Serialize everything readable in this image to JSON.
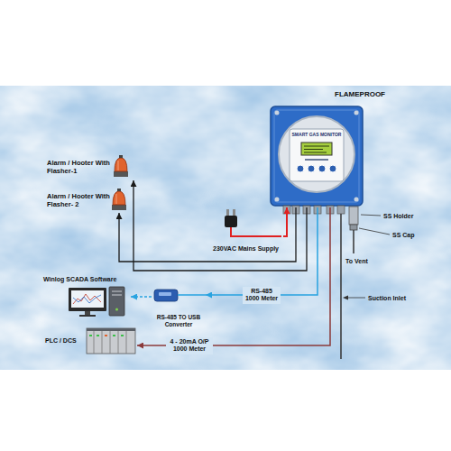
{
  "diagram": {
    "nodes": [
      {
        "text": [
          "FLAMEPROOF",
          "SMART GAS MONITOR"
        ]
      },
      {
        "text": [
          "Alarm / Hooter With Flasher-1"
        ]
      },
      {
        "text": [
          "Alarm / Hooter With Flasher- 2"
        ]
      },
      {
        "text": [
          "230VAC Mains Supply"
        ]
      },
      {
        "text": [
          "Winlog SCADA Software"
        ]
      },
      {
        "text": [
          "RS-485 TO USB Converter"
        ]
      },
      {
        "text": [
          "PLC / DCS"
        ]
      }
    ],
    "edges": [
      {
        "from": 0,
        "to": 1,
        "arrow": "to"
      },
      {
        "from": 0,
        "to": 2,
        "arrow": "to"
      },
      {
        "from": 3,
        "to": 0,
        "arrow": "to"
      },
      {
        "from": 0,
        "to": 5,
        "label": "RS-485 1000 Meter",
        "arrow": "to"
      },
      {
        "from": 5,
        "to": 4,
        "arrow": "to"
      },
      {
        "from": 0,
        "to": 6,
        "label": "4 - 20mA O/P 1000 Meter",
        "arrow": "to"
      }
    ],
    "labels": [
      "SS Holder",
      "SS Cap",
      "To Vent",
      "Suction Inlet"
    ]
  }
}
